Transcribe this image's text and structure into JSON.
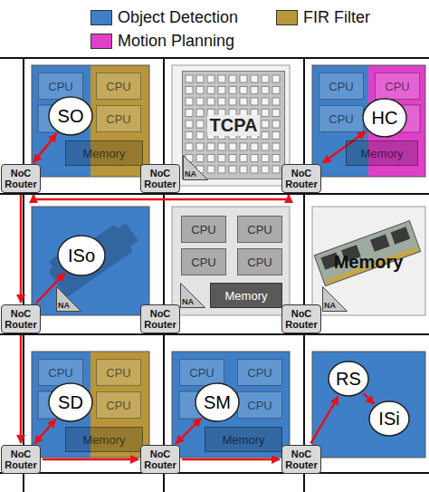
{
  "diagram": {
    "nodes": [
      {
        "text": [
          "CPU"
        ]
      },
      {
        "text": [
          "CPU"
        ]
      },
      {
        "text": [
          "CPU"
        ]
      },
      {
        "text": [
          "Memory"
        ]
      },
      {
        "text": [
          "SO"
        ]
      },
      {
        "text": [
          "TCPA"
        ]
      },
      {
        "text": [
          "NA"
        ],
        "in": 5
      },
      {
        "text": [
          "CPU"
        ]
      },
      {
        "text": [
          "CPU"
        ]
      },
      {
        "text": [
          "CPU"
        ]
      },
      {
        "text": [
          "Memory"
        ]
      },
      {
        "text": [
          "HC"
        ]
      },
      {
        "text": [
          "NoC Router"
        ]
      },
      {
        "text": [
          "NoC Router"
        ]
      },
      {
        "text": [
          "NoC Router"
        ]
      },
      {
        "text": [
          "ISo"
        ]
      },
      {
        "text": [
          "NA"
        ]
      },
      {
        "text": [
          "CPU"
        ]
      },
      {
        "text": [
          "CPU"
        ]
      },
      {
        "text": [
          "CPU"
        ]
      },
      {
        "text": [
          "CPU"
        ]
      },
      {
        "text": [
          "Memory"
        ]
      },
      {
        "text": [
          "NA"
        ]
      },
      {
        "text": [
          "NA"
        ]
      },
      {
        "text": [
          "NoC Router"
        ]
      },
      {
        "text": [
          "NoC Router"
        ]
      },
      {
        "text": [
          "NoC Router"
        ]
      },
      {
        "text": [
          "CPU"
        ]
      },
      {
        "text": [
          "CPU"
        ]
      },
      {
        "text": [
          "CPU"
        ]
      },
      {
        "text": [
          "Memory"
        ]
      },
      {
        "text": [
          "SD"
        ]
      },
      {
        "text": [
          "CPU"
        ]
      },
      {
        "text": [
          "CPU"
        ]
      },
      {
        "text": [
          "CPU"
        ]
      },
      {
        "text": [
          "Memory"
        ]
      },
      {
        "text": [
          "SM"
        ]
      },
      {
        "text": [
          "RS"
        ]
      },
      {
        "text": [
          "ISi"
        ]
      },
      {
        "text": [
          "NoC Router"
        ]
      },
      {
        "text": [
          "NoC Router"
        ]
      },
      {
        "text": [
          "NoC Router"
        ]
      }
    ],
    "edges": [
      {
        "from": 4,
        "to": 12,
        "arrow": "both"
      },
      {
        "from": 12,
        "to": 14,
        "arrow": "both"
      },
      {
        "from": 11,
        "to": 14,
        "arrow": "both"
      },
      {
        "from": 12,
        "to": 24,
        "arrow": "to"
      },
      {
        "from": 24,
        "to": 15,
        "arrow": "to"
      },
      {
        "from": 24,
        "to": 39,
        "arrow": "to"
      },
      {
        "from": 31,
        "to": 39,
        "arrow": "both"
      },
      {
        "from": 39,
        "to": 40,
        "arrow": "to"
      },
      {
        "from": 36,
        "to": 40,
        "arrow": "both"
      },
      {
        "from": 40,
        "to": 41,
        "arrow": "to"
      },
      {
        "from": 41,
        "to": 37,
        "arrow": "to"
      },
      {
        "from": 37,
        "to": 38,
        "arrow": "to"
      }
    ],
    "labels": [
      "Memory"
    ],
    "legend": [
      {
        "text": "Object Detection",
        "color": "#3f7fc7"
      },
      {
        "text": "FIR Filter",
        "color": "#b8963a"
      },
      {
        "text": "Motion Planning",
        "color": "#e040c8"
      }
    ]
  }
}
